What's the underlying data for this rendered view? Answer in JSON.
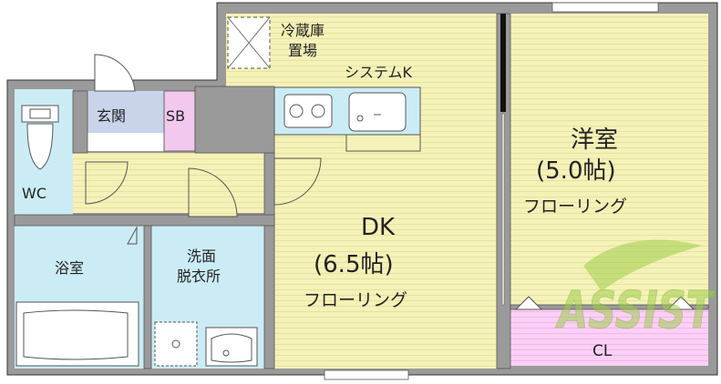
{
  "rooms": {
    "fridge": "冷蔵庫\n置場",
    "kitchen": "システムK",
    "entrance": "玄関",
    "shoe_box": "SB",
    "toilet": "WC",
    "bath": "浴室",
    "washroom": "洗面\n脱衣所",
    "dk_name": "DK",
    "dk_size": "(6.5帖)",
    "dk_floor": "フローリング",
    "western_name": "洋室",
    "western_size": "(5.0帖)",
    "western_floor": "フローリング",
    "closet": "CL"
  },
  "watermark": "ASSIST",
  "colors": {
    "wall": "#9a9a9a",
    "wall_outline": "#333333",
    "flooring": "#f4f2b8",
    "wet_area": "#ccecf5",
    "entrance_tile": "#c9d3ea",
    "shoe_box": "#f2c8ee",
    "closet": "#fbd0f6",
    "watermark_green": "#9fce4a"
  }
}
